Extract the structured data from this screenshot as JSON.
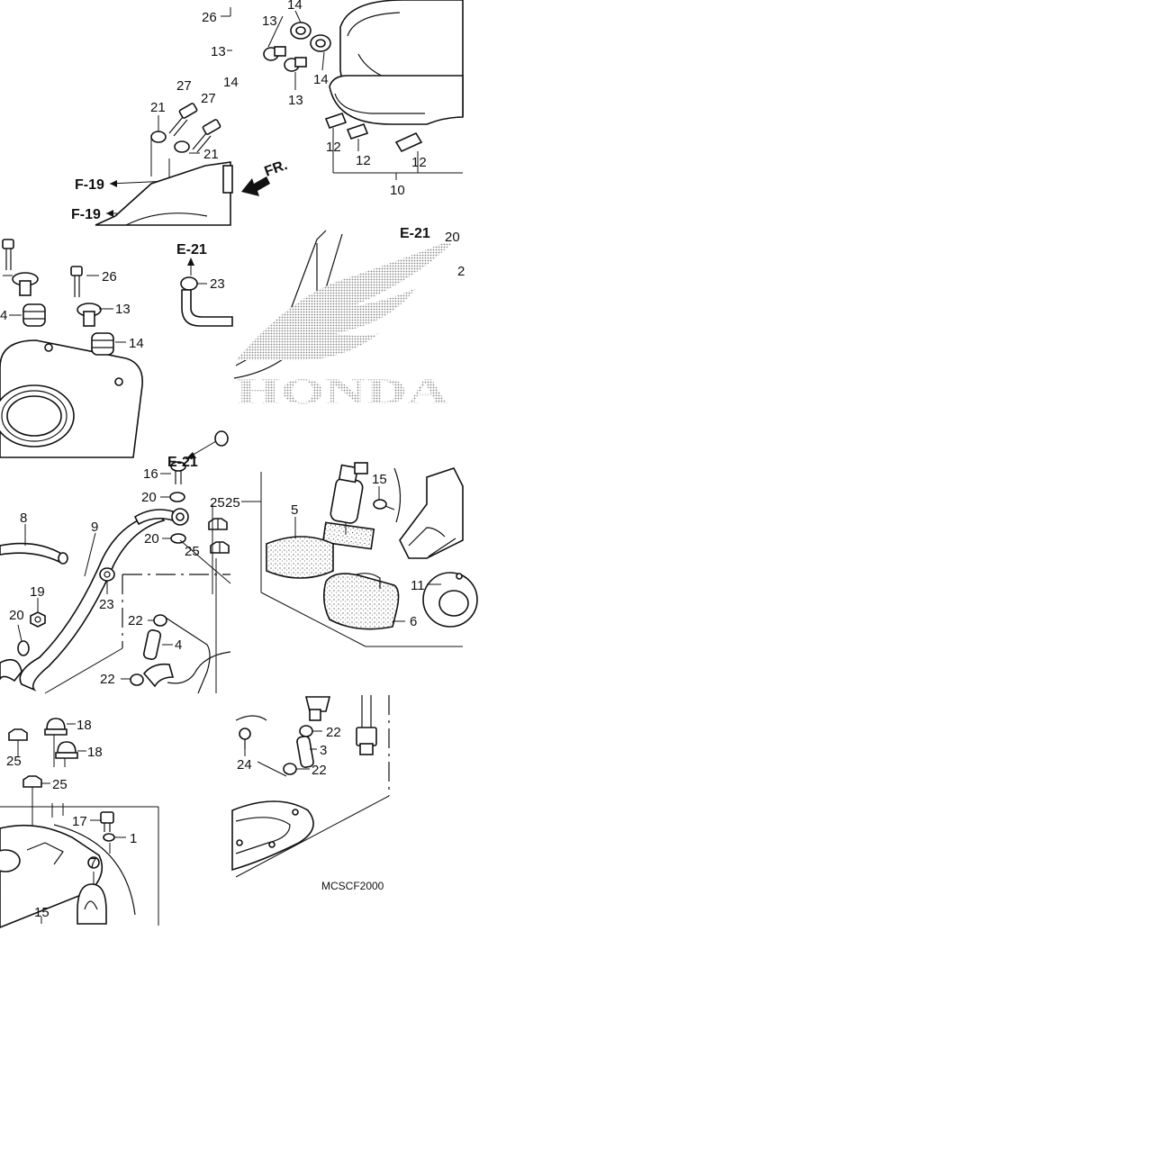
{
  "diagram_code": "MCSCF2000",
  "brand_text": "HONDA",
  "front_arrow_label": "FR.",
  "refs": {
    "f19_a": "F-19",
    "f19_b": "F-19",
    "e21_a": "E-21",
    "e21_b": "E-21",
    "e21_c": "E-21"
  },
  "callouts": {
    "c01": "26",
    "c02": "13",
    "c03": "14",
    "c04": "13",
    "c05": "14",
    "c06": "13",
    "c07": "27",
    "c08": "21",
    "c09": "27",
    "c10": "21",
    "c11": "14",
    "c12": "12",
    "c13": "12",
    "c14": "12",
    "c15": "10",
    "c16": "26",
    "c17": "4",
    "c18": "13",
    "c19": "14",
    "c20": "23",
    "c21": "20",
    "c22": "2",
    "c23": "16",
    "c24": "20",
    "c25": "20",
    "c26": "25",
    "c27": "8",
    "c28": "9",
    "c29": "25",
    "c30": "19",
    "c31": "23",
    "c32": "20",
    "c33": "22",
    "c34": "4",
    "c35": "22",
    "c36": "25",
    "c37": "5",
    "c38": "15",
    "c39": "11",
    "c40": "6",
    "c41": "18",
    "c42": "18",
    "c43": "25",
    "c44": "25",
    "c45": "17",
    "c46": "1",
    "c47": "7",
    "c48": "15",
    "c49": "22",
    "c50": "3",
    "c51": "24",
    "c52": "22"
  }
}
